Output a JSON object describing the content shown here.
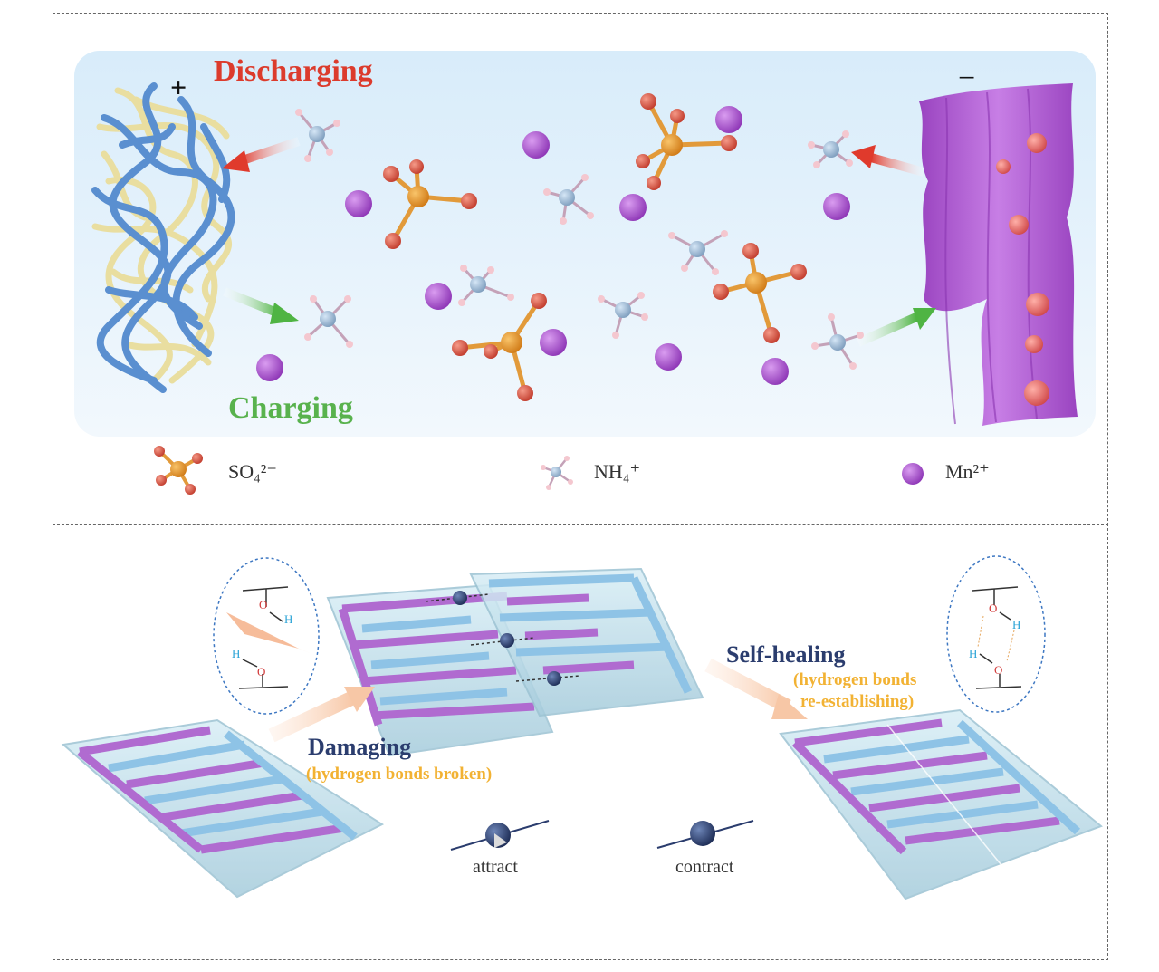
{
  "top": {
    "discharging": "Discharging",
    "charging": "Charging",
    "plus_sign": "+",
    "minus_sign": "−"
  },
  "legend": {
    "so4": "SO₄²⁻",
    "nh4": "NH₄⁺",
    "mn": "Mn²⁺"
  },
  "bottom": {
    "damaging": "Damaging",
    "damaging_note": "(hydrogen bonds broken)",
    "self_healing": "Self-healing",
    "self_healing_note": [
      "(hydrogen bonds",
      "re-establishing)"
    ],
    "attract": "attract",
    "contract": "contract",
    "chem_h": "H",
    "chem_o": "O"
  },
  "colors": {
    "bg_gradient_top": "#d9ecf8",
    "mn_purple": "#a64fc9",
    "sulfate_orange": "#e8962a",
    "oxygen_red": "#d9503f",
    "nitrogen_blue": "#9fbcd8",
    "arrow_red": "#e03a2c",
    "arrow_green": "#5cb84a",
    "electrode_purple": "#b35ed3",
    "discharging_text": "#dc3b2c",
    "charging_text": "#58b24d",
    "label_blue": "#2b3d6e",
    "label_yellow": "#f2b233"
  }
}
